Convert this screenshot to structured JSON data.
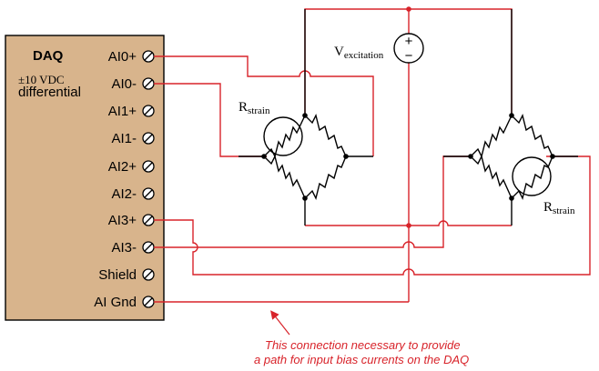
{
  "daq": {
    "title": "DAQ",
    "range": "±10 VDC",
    "mode": "differential",
    "terminals": [
      "AI0+",
      "AI0-",
      "AI1+",
      "AI1-",
      "AI2+",
      "AI2-",
      "AI3+",
      "AI3-",
      "Shield",
      "AI Gnd"
    ]
  },
  "source": {
    "symbol": "V",
    "subscript": "excitation",
    "plus": "+",
    "minus": "−"
  },
  "gauge1": {
    "symbol": "R",
    "subscript": "strain"
  },
  "gauge2": {
    "symbol": "R",
    "subscript": "strain"
  },
  "annotation": {
    "line1": "This connection necessary to provide",
    "line2": "a path for input bias currents on the DAQ"
  },
  "colors": {
    "daq_body": "#d8b48c",
    "wire": "#d8232a",
    "component": "#000000",
    "note": "#d8232a"
  }
}
